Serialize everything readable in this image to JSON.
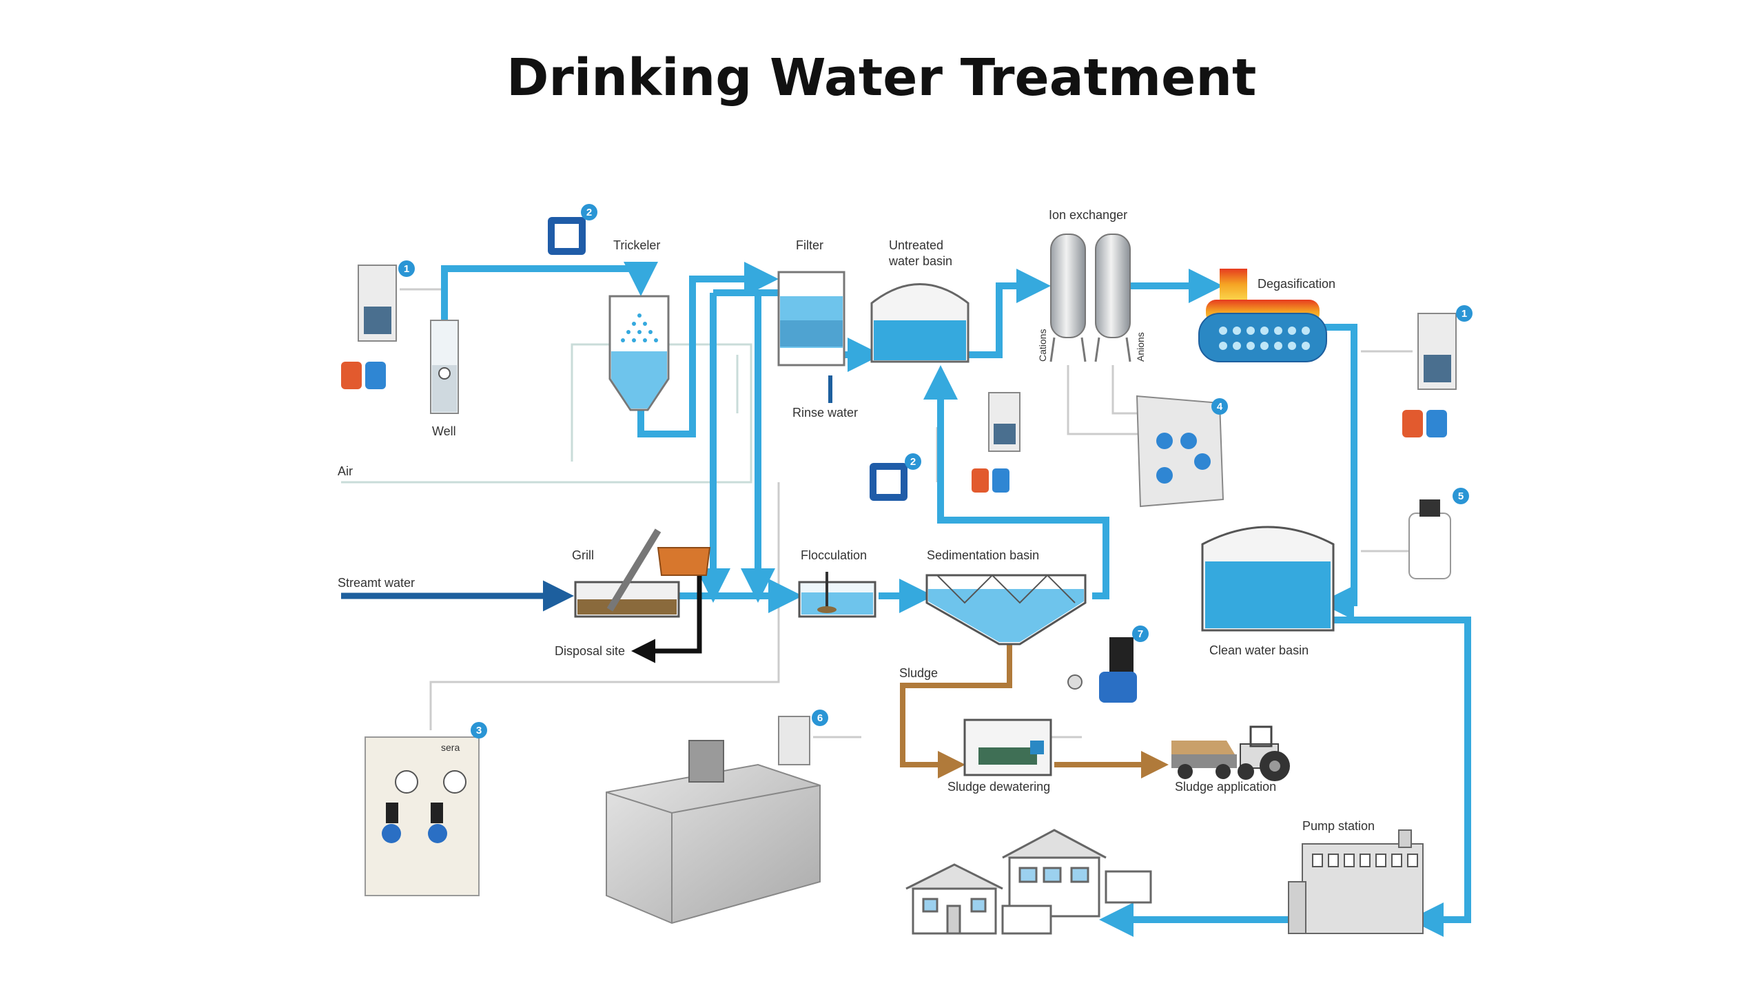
{
  "title": "Drinking Water Treatment",
  "colors": {
    "water": "#35a9de",
    "stream": "#1d5f9e",
    "sludge": "#b07a3a",
    "disposal": "#111111",
    "air": "#c9dcd9",
    "control": "#cccccc",
    "badge": "#2a95d5"
  },
  "labels": {
    "well": "Well",
    "trickeler": "Trickeler",
    "filter": "Filter",
    "untreated_basin_line1": "Untreated",
    "untreated_basin_line2": "water basin",
    "ion_exchanger": "Ion exchanger",
    "cations": "Cations",
    "anions": "Anions",
    "degasification": "Degasification",
    "rinse_water": "Rinse water",
    "air": "Air",
    "grill": "Grill",
    "stream_water": "Streamt water",
    "disposal_site": "Disposal site",
    "flocculation": "Flocculation",
    "sedimentation_basin": "Sedimentation basin",
    "clean_water_basin": "Clean water basin",
    "sludge": "Sludge",
    "sludge_dewatering": "Sludge dewatering",
    "sludge_application": "Sludge application",
    "pump_station": "Pump station",
    "brand": "sera"
  },
  "badges": [
    "1",
    "2",
    "1",
    "2",
    "4",
    "5",
    "3",
    "6",
    "7"
  ]
}
